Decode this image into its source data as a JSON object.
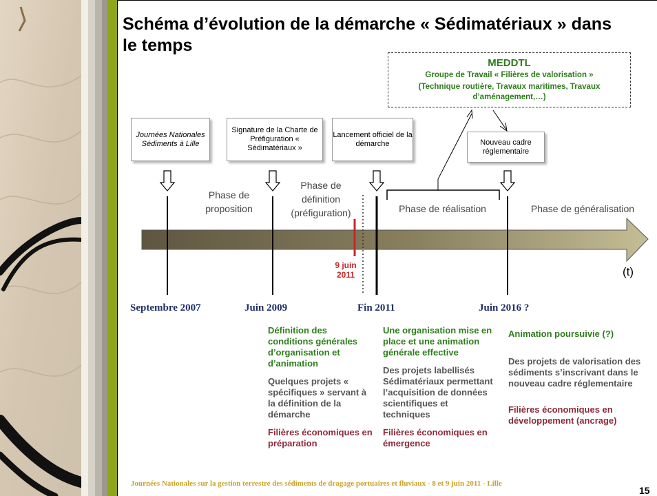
{
  "title": "Schéma d’évolution de la démarche « Sédimatériaux » dans le temps",
  "meddtl": {
    "heading": "MEDDTL",
    "group": "Groupe de Travail « Filières de valorisation »",
    "detail": "(Technique routière, Travaux maritimes, Travaux d’aménagement,…)"
  },
  "events": [
    {
      "label": "Journées Nationales Sédiments à Lille",
      "italic": true
    },
    {
      "label": "Signature de la Charte de Préfiguration « Sédimatériaux »",
      "italic": false
    },
    {
      "label": "Lancement officiel de la démarche",
      "italic": false
    },
    {
      "label": "Nouveau cadre réglementaire",
      "italic": false
    }
  ],
  "phases": {
    "proposition": "Phase de proposition",
    "definition": "Phase de définition (préfiguration)",
    "realisation": "Phase de réalisation",
    "generalisation": "Phase de généralisation"
  },
  "time_label": "(t)",
  "marker": {
    "label": "9 juin 2011",
    "color": "#c62828"
  },
  "dates": [
    "Septembre 2007",
    "Juin 2009",
    "Fin 2011",
    "Juin 2016 ?"
  ],
  "columns": [
    {
      "green": "Définition des conditions générales d’organisation et d’animation",
      "grey": "Quelques projets « spécifiques » servant à la définition de la démarche",
      "red": "Filières économiques en préparation"
    },
    {
      "green": "Une organisation mise en place et une animation générale effective",
      "grey": "Des projets labellisés Sédimatériaux permettant l’acquisition de données scientifiques et techniques",
      "red": "Filières économiques en émergence"
    },
    {
      "green": "Animation poursuivie (?)",
      "grey": "Des projets de valorisation des sédiments s’inscrivant dans le nouveau cadre réglementaire",
      "red": "Filières économiques en développement (ancrage)"
    }
  ],
  "footer": "Journées Nationales sur la gestion terrestre des sédiments de dragage portuaires et fluviaux - 8 et 9 juin 2011 - Lille",
  "page_number": "15",
  "colors": {
    "green": "#2e7d1c",
    "red": "#8e2a3a",
    "date_blue": "#1f2f6a",
    "accent_olive": "#8fa51c"
  }
}
